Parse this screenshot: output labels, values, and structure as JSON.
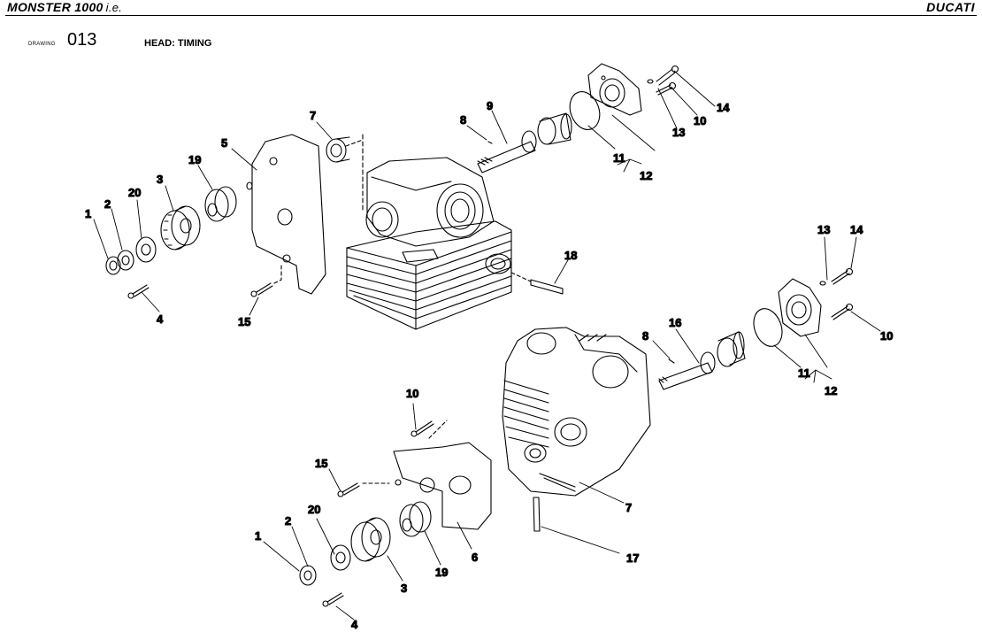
{
  "header": {
    "model": "MONSTER 1000",
    "model_suffix": "i.e.",
    "brand": "DUCATI"
  },
  "drawing": {
    "label": "DRAWING",
    "number": "013",
    "title": "HEAD: TIMING"
  },
  "callouts": {
    "c1a": "1",
    "c2a": "2",
    "c20a": "20",
    "c3a": "3",
    "c19a": "19",
    "c5": "5",
    "c7a": "7",
    "c8a": "8",
    "c9": "9",
    "c11a": "11",
    "c12a": "12",
    "c13a": "13",
    "c10a": "10",
    "c14a": "14",
    "c18": "18",
    "c4a": "4",
    "c15a": "15",
    "c13b": "13",
    "c14b": "14",
    "c10b": "10",
    "c8b": "8",
    "c16": "16",
    "c11b": "11",
    "c12b": "12",
    "c10c": "10",
    "c15b": "15",
    "c20b": "20",
    "c2b": "2",
    "c1b": "1",
    "c7b": "7",
    "c17": "17",
    "c6": "6",
    "c19b": "19",
    "c3b": "3",
    "c4b": "4"
  }
}
